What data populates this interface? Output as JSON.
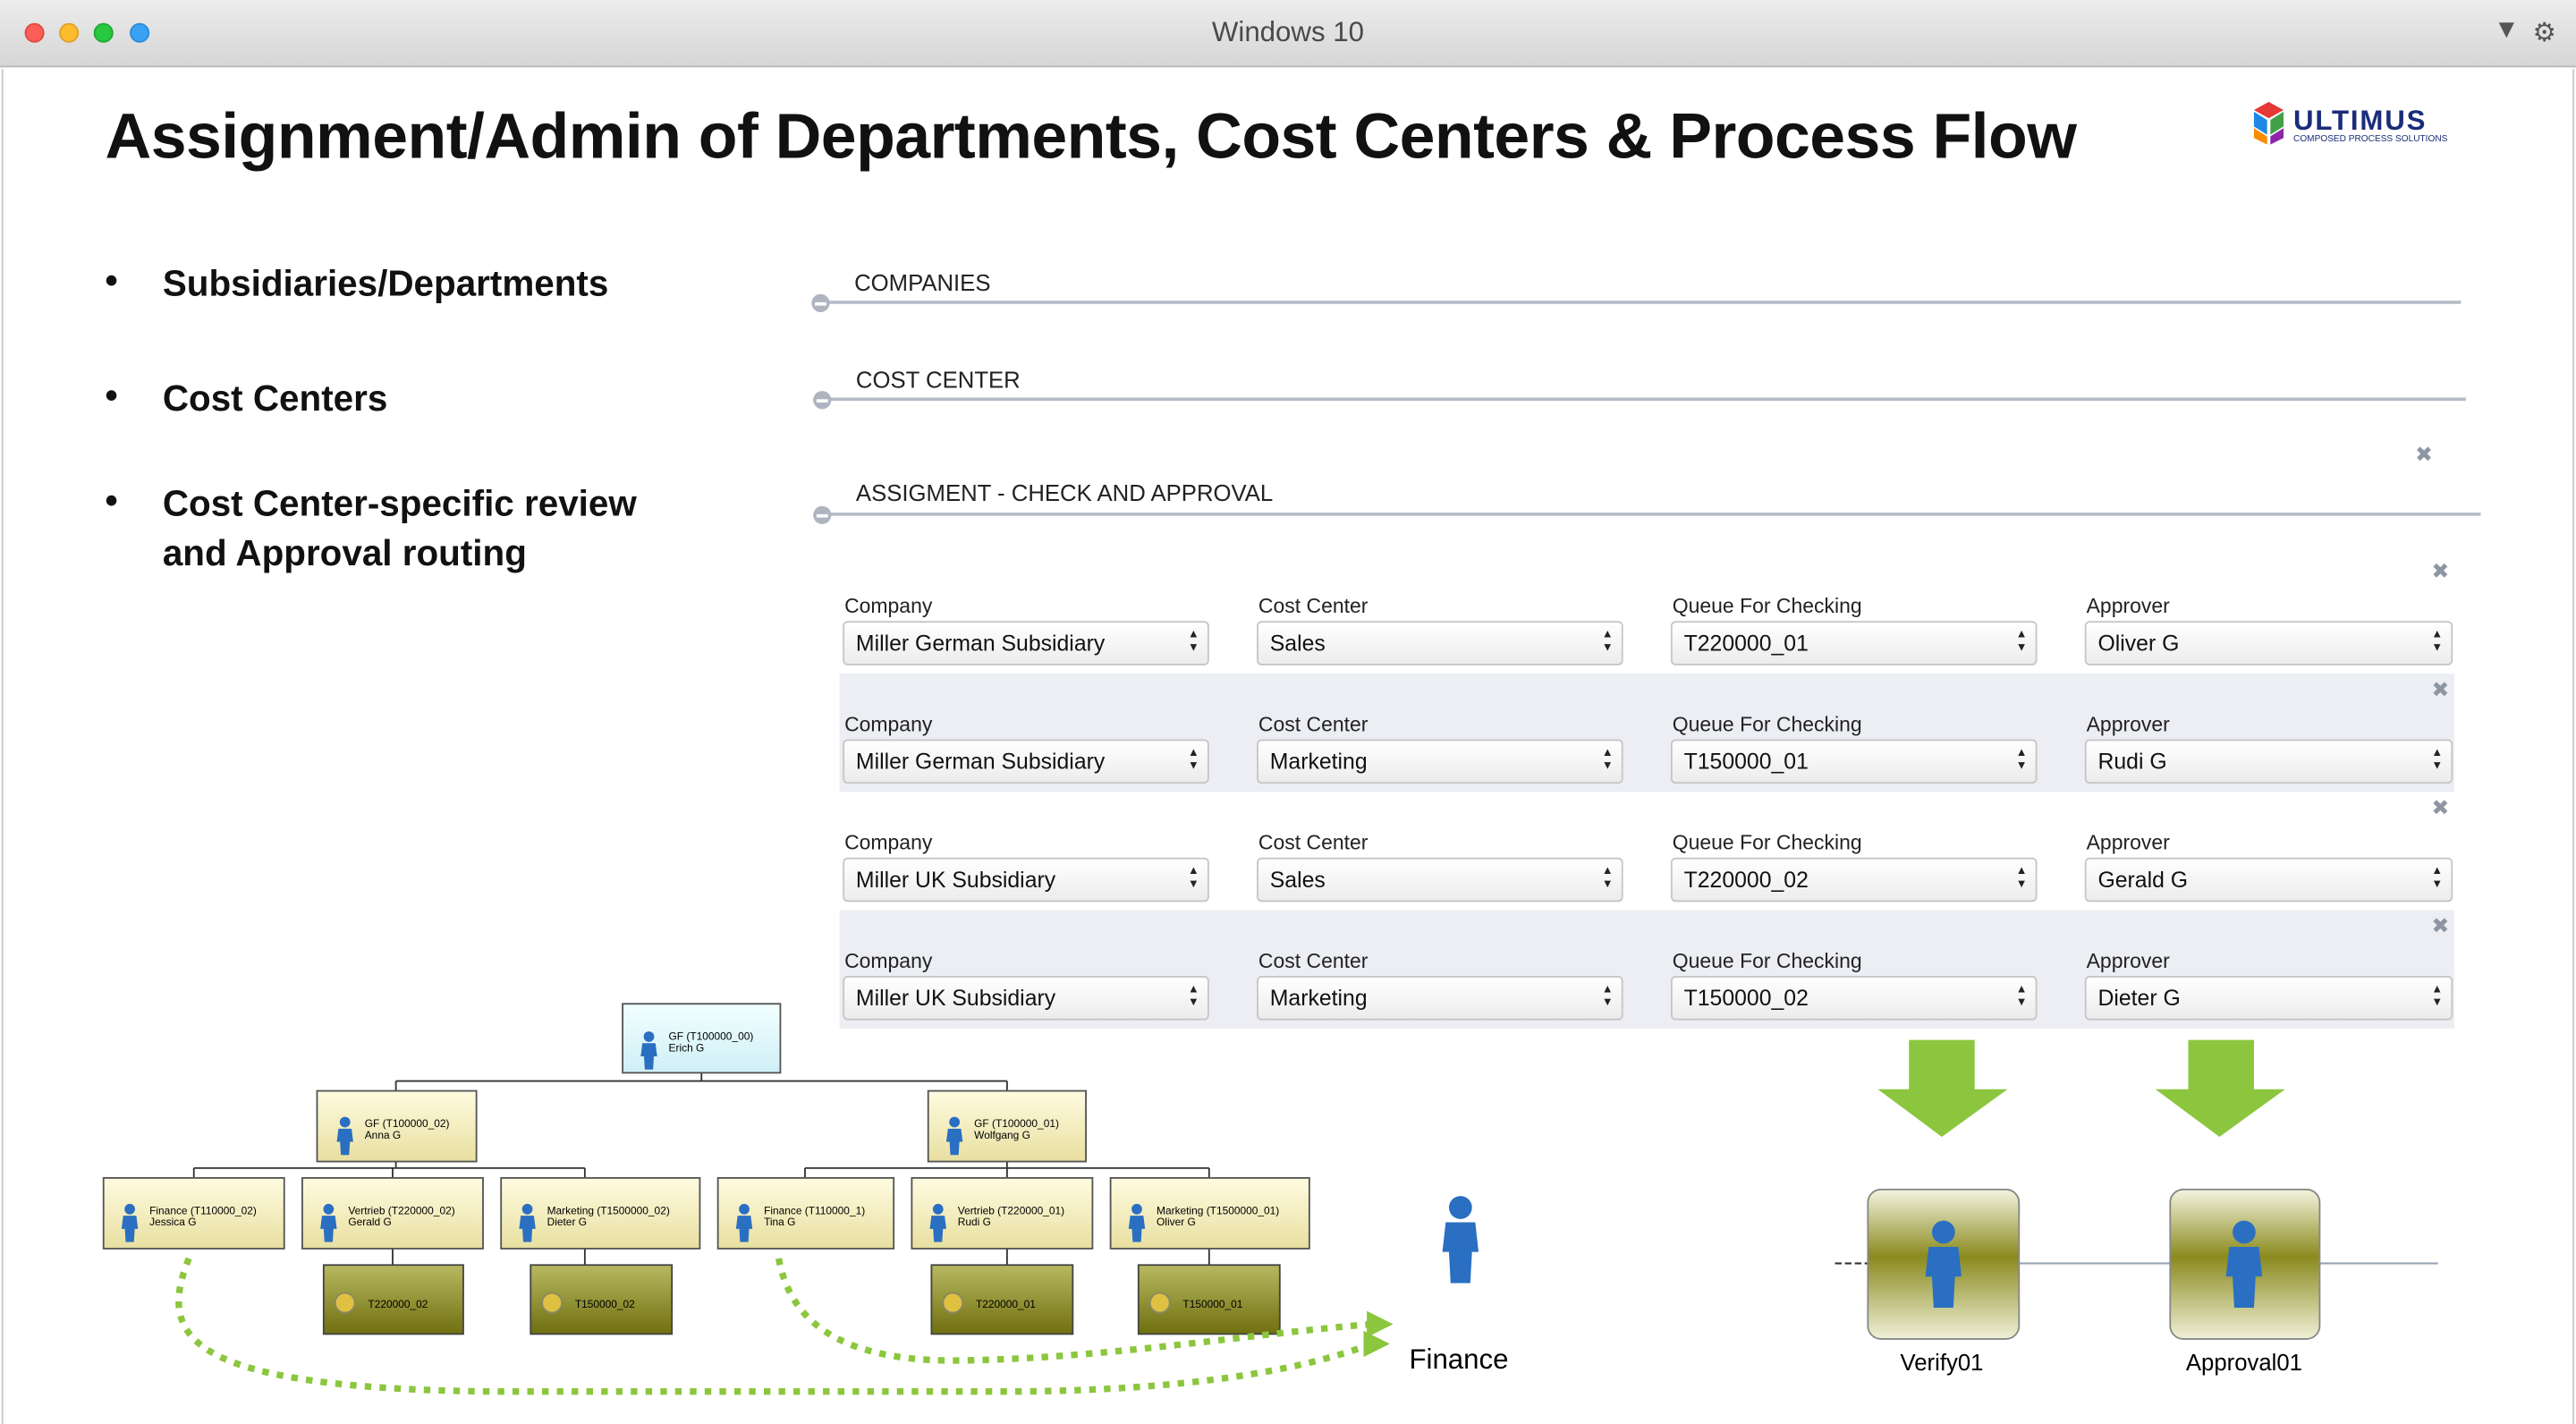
{
  "window": {
    "title": "Windows 10"
  },
  "slide": {
    "title": "Assignment/Admin of Departments, Cost Centers & Process Flow",
    "logo": {
      "word": "ULTIMUS",
      "tagline": "COMPOSED PROCESS SOLUTIONS"
    },
    "bullets": [
      "Subsidiaries/Departments",
      "Cost Centers",
      "Cost Center-specific review",
      "and Approval routing"
    ]
  },
  "sections": {
    "companies": "COMPANIES",
    "cost_center": "COST CENTER",
    "assignment": "ASSIGMENT - CHECK AND APPROVAL"
  },
  "field_labels": {
    "company": "Company",
    "cost_center": "Cost Center",
    "queue": "Queue For Checking",
    "approver": "Approver"
  },
  "assignments": [
    {
      "company": "Miller German Subsidiary",
      "cost_center": "Sales",
      "queue": "T220000_01",
      "approver": "Oliver G"
    },
    {
      "company": "Miller German Subsidiary",
      "cost_center": "Marketing",
      "queue": "T150000_01",
      "approver": "Rudi G"
    },
    {
      "company": "Miller UK Subsidiary",
      "cost_center": "Sales",
      "queue": "T220000_02",
      "approver": "Gerald G"
    },
    {
      "company": "Miller UK Subsidiary",
      "cost_center": "Marketing",
      "queue": "T150000_02",
      "approver": "Dieter G"
    }
  ],
  "org_chart": {
    "root": {
      "title": "GF (T100000_00)",
      "name": "Erich G"
    },
    "managers": [
      {
        "title": "GF (T100000_02)",
        "name": "Anna G"
      },
      {
        "title": "GF (T100000_01)",
        "name": "Wolfgang G"
      }
    ],
    "departments": [
      {
        "title": "Finance (T110000_02)",
        "name": "Jessica G"
      },
      {
        "title": "Vertrieb (T220000_02)",
        "name": "Gerald G"
      },
      {
        "title": "Marketing (T1500000_02)",
        "name": "Dieter G"
      },
      {
        "title": "Finance (T110000_1)",
        "name": "Tina G"
      },
      {
        "title": "Vertrieb (T220000_01)",
        "name": "Rudi G"
      },
      {
        "title": "Marketing (T1500000_01)",
        "name": "Oliver G"
      }
    ],
    "queues": [
      "T220000_02",
      "T150000_02",
      "T220000_01",
      "T150000_01"
    ]
  },
  "flow": {
    "finance_label": "Finance",
    "verify_label": "Verify01",
    "approval_label": "Approval01"
  },
  "colors": {
    "arrow_green": "#8cc63f",
    "node_olive": "#8a8a1e",
    "person_blue": "#2a6fc2"
  }
}
